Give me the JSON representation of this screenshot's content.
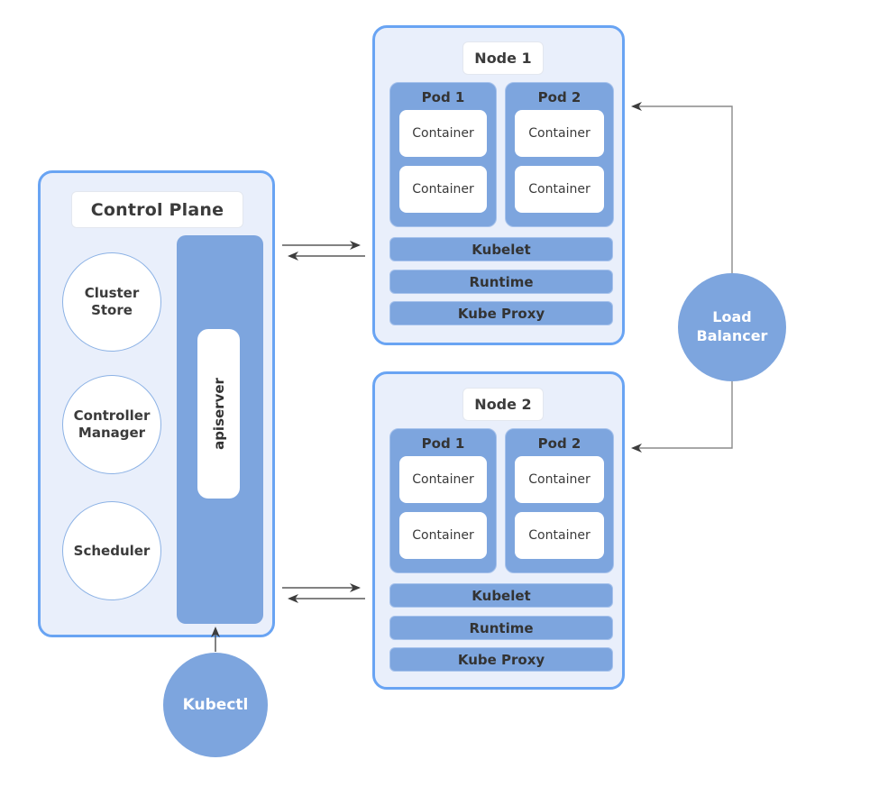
{
  "control_plane": {
    "title": "Control Plane",
    "components": [
      {
        "label": "Cluster Store"
      },
      {
        "label": "Controller Manager"
      },
      {
        "label": "Scheduler"
      }
    ],
    "apiserver_label": "apiserver"
  },
  "nodes": [
    {
      "title": "Node 1",
      "pods": [
        {
          "title": "Pod 1",
          "containers": [
            "Container",
            "Container"
          ]
        },
        {
          "title": "Pod 2",
          "containers": [
            "Container",
            "Container"
          ]
        }
      ],
      "layers": [
        "Kubelet",
        "Runtime",
        "Kube Proxy"
      ]
    },
    {
      "title": "Node 2",
      "pods": [
        {
          "title": "Pod 1",
          "containers": [
            "Container",
            "Container"
          ]
        },
        {
          "title": "Pod 2",
          "containers": [
            "Container",
            "Container"
          ]
        }
      ],
      "layers": [
        "Kubelet",
        "Runtime",
        "Kube Proxy"
      ]
    }
  ],
  "load_balancer": {
    "label": "Load Balancer"
  },
  "kubectl": {
    "label": "Kubectl"
  },
  "colors": {
    "fill_blue": "#7da5de",
    "panel_bg": "#e9effb",
    "panel_border": "#69a4f3",
    "text_dark": "#3b3b3b",
    "text_light": "#ffffff",
    "arrow_dark": "#3d3d3d",
    "line_gray": "#8a8a8a"
  }
}
